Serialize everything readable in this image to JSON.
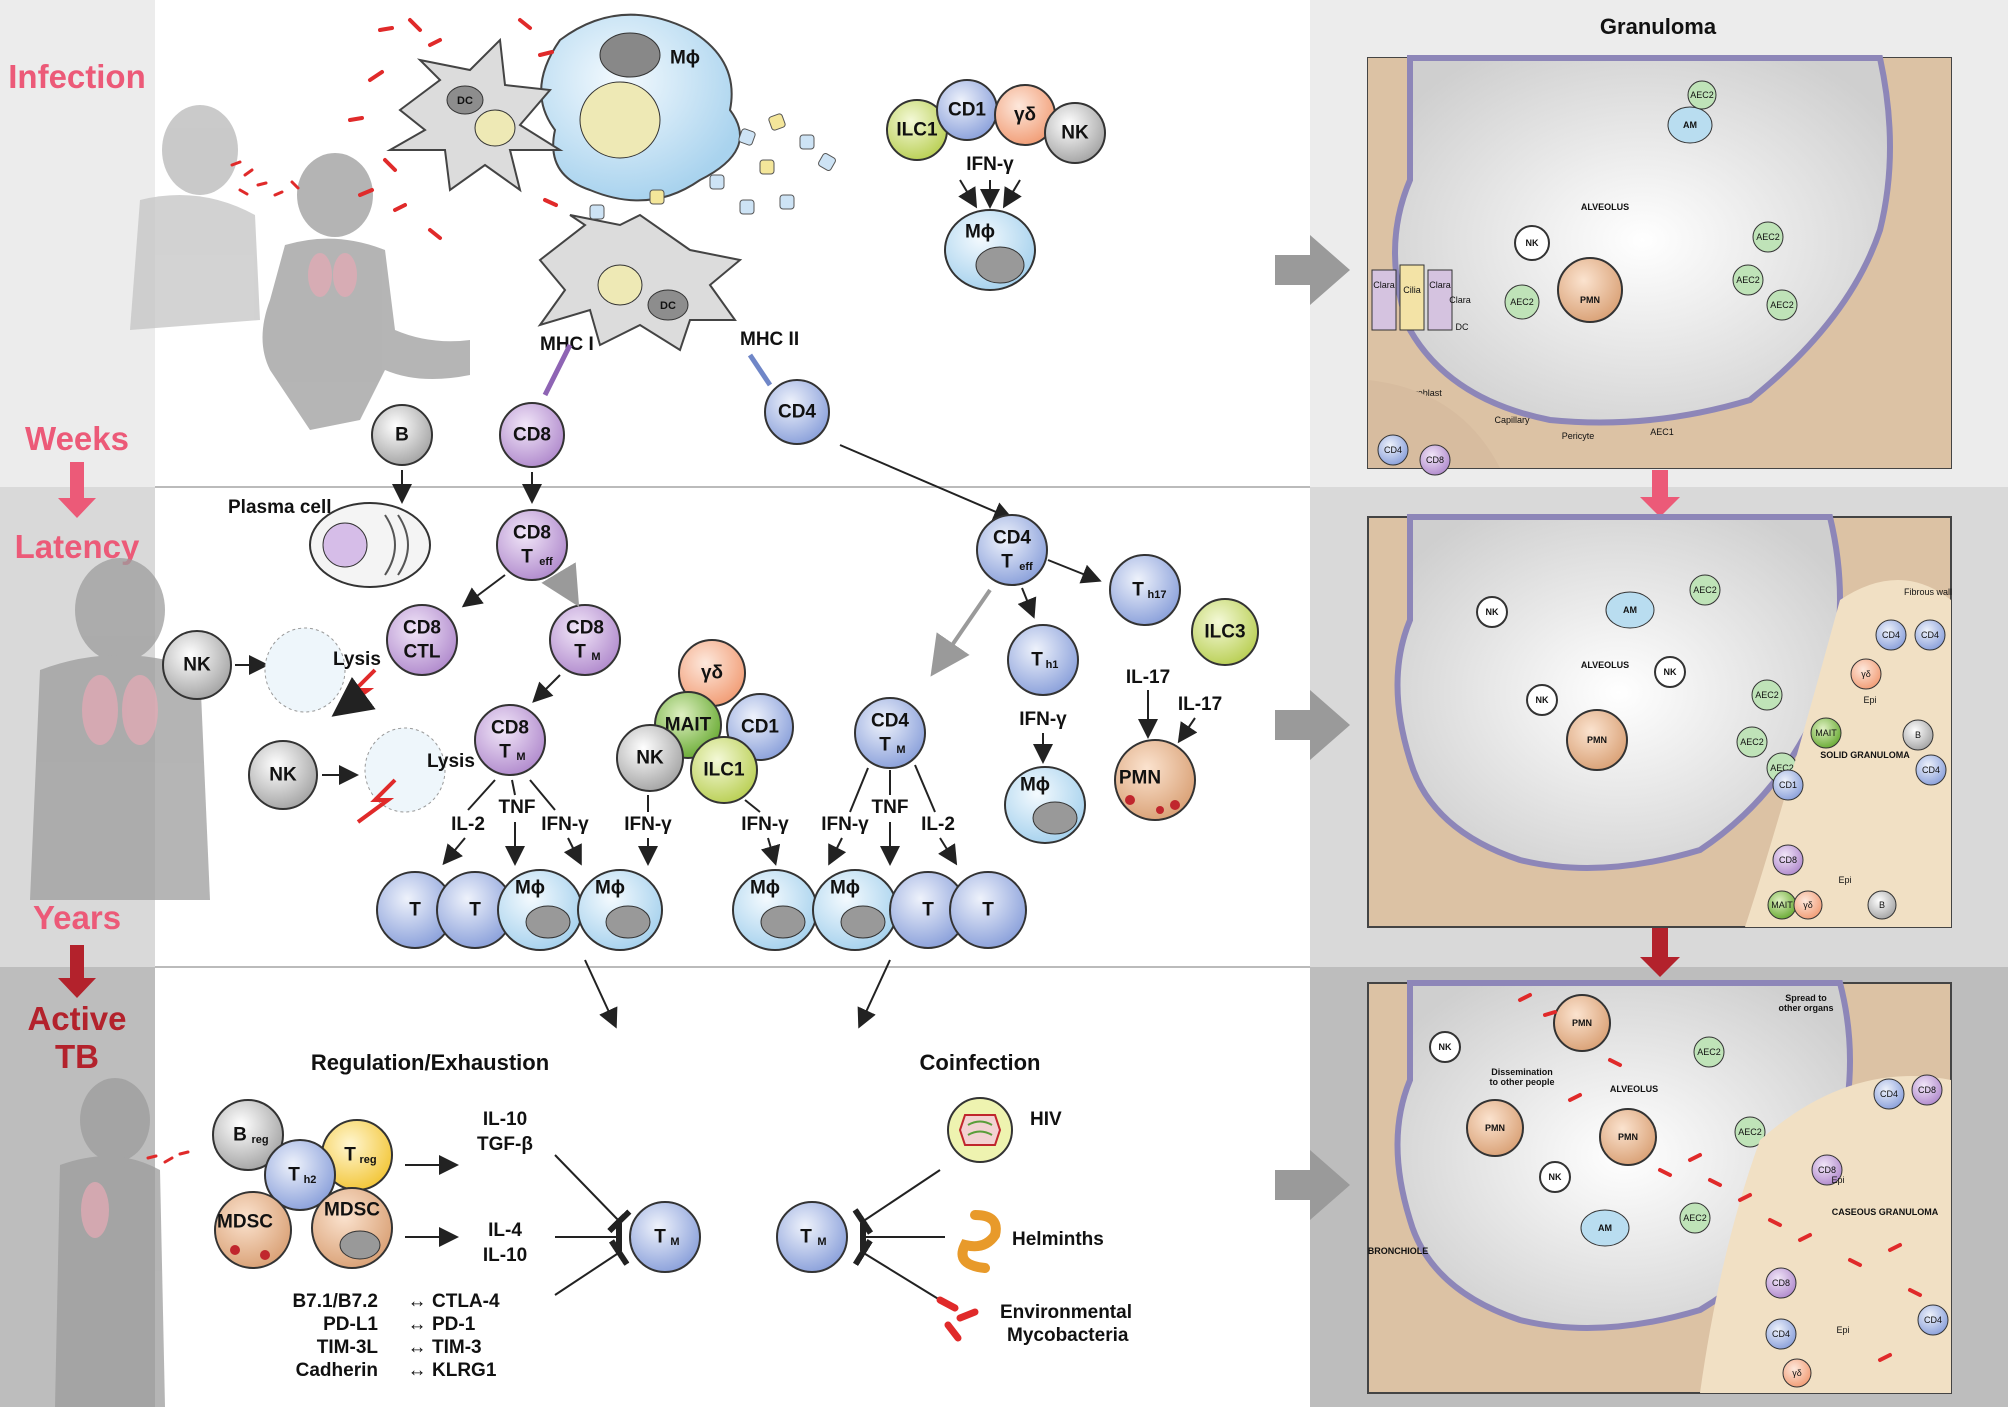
{
  "stages": {
    "infection": "Infection",
    "weeks": "Weeks",
    "latency": "Latency",
    "years": "Years",
    "active_tb_line1": "Active",
    "active_tb_line2": "TB"
  },
  "granuloma_title": "Granuloma",
  "infection": {
    "mphi": "Mϕ",
    "dc": "DC",
    "dc2": "DC",
    "mhc1": "MHC I",
    "mhc2": "MHC II",
    "b": "B",
    "cd8": "CD8",
    "cd4": "CD4",
    "ilc1": "ILC1",
    "cd1": "CD1",
    "gd": "γδ",
    "nk": "NK",
    "ifng": "IFN-γ",
    "mphi2": "Mϕ"
  },
  "latency": {
    "plasma_cell": "Plasma cell",
    "nk1": "NK",
    "nk2": "NK",
    "lysis1": "Lysis",
    "lysis2": "Lysis",
    "cd8_teff_a": "CD8",
    "cd8_teff_b": "T",
    "cd8_teff_sub": "eff",
    "cd8_ctl_a": "CD8",
    "cd8_ctl_b": "CTL",
    "cd8_tm1_a": "CD8",
    "cd8_tm1_b": "T",
    "cd8_tm1_sub": "M",
    "cd8_tm2_a": "CD8",
    "cd8_tm2_b": "T",
    "cd8_tm2_sub": "M",
    "gd": "γδ",
    "mait": "MAIT",
    "cd1": "CD1",
    "nk3": "NK",
    "ilc1": "ILC1",
    "cd4_teff_a": "CD4",
    "cd4_teff_b": "T",
    "cd4_teff_sub": "eff",
    "cd4_tm_a": "CD4",
    "cd4_tm_b": "T",
    "cd4_tm_sub": "M",
    "th17": "T",
    "th17_sub": "h17",
    "th1": "T",
    "th1_sub": "h1",
    "ilc3": "ILC3",
    "il17a": "IL-17",
    "il17b": "IL-17",
    "pmn": "PMN",
    "ifng_th1": "IFN-γ",
    "mphi_th1": "Mϕ",
    "il2_left": "IL-2",
    "tnf_left": "TNF",
    "ifng_left": "IFN-γ",
    "ifng_mid1": "IFN-γ",
    "ifng_mid2": "IFN-γ",
    "ifng_right": "IFN-γ",
    "tnf_right": "TNF",
    "il2_right": "IL-2",
    "t": "T",
    "mphi": "Mϕ"
  },
  "regulation": {
    "title": "Regulation/Exhaustion",
    "breg": "B",
    "breg_sub": "reg",
    "th2": "T",
    "th2_sub": "h2",
    "treg": "T",
    "treg_sub": "reg",
    "mdsc1": "MDSC",
    "mdsc2": "MDSC",
    "il10": "IL-10",
    "tgfb": "TGF-β",
    "il4": "IL-4",
    "il10b": "IL-10",
    "tm": "T",
    "tm_sub": "M",
    "pairs": [
      [
        "B7.1/B7.2",
        "CTLA-4"
      ],
      [
        "PD-L1",
        "PD-1"
      ],
      [
        "TIM-3L",
        "TIM-3"
      ],
      [
        "Cadherin",
        "KLRG1"
      ]
    ]
  },
  "coinfection": {
    "title": "Coinfection",
    "tm": "T",
    "tm_sub": "M",
    "hiv": "HIV",
    "helminths": "Helminths",
    "env1": "Environmental",
    "env2": "Mycobacteria"
  },
  "panel1": {
    "alveolus": "ALVEOLUS",
    "am": "AM",
    "aec2": "AEC2",
    "nk": "NK",
    "pmn": "PMN",
    "clara": "Clara",
    "cilia": "Cilia",
    "dc": "DC",
    "fibroblast": "Fibroblast",
    "capillary": "Capillary",
    "pericyte": "Pericyte",
    "aec1": "AEC1",
    "cd4": "CD4",
    "cd8": "CD8"
  },
  "panel2": {
    "alveolus": "ALVEOLUS",
    "am": "AM",
    "aec2": "AEC2",
    "nk": "NK",
    "pmn": "PMN",
    "fibrous_wall": "Fibrous wall",
    "solid_granuloma": "SOLID GRANULOMA",
    "mait": "MAIT",
    "gd": "γδ",
    "epi": "Epi",
    "b": "B",
    "cd1": "CD1",
    "cd4": "CD4",
    "cd8": "CD8"
  },
  "panel3": {
    "alveolus": "ALVEOLUS",
    "am": "AM",
    "aec2": "AEC2",
    "nk": "NK",
    "pmn": "PMN",
    "spread1": "Spread to",
    "spread2": "other organs",
    "dissem1": "Dissemination",
    "dissem2": "to other people",
    "caseous": "CASEOUS GRANULOMA",
    "bronchiole": "BRONCHIOLE",
    "cd4": "CD4",
    "cd8": "CD8",
    "gd": "γδ",
    "epi": "Epi"
  },
  "colors": {
    "pink": "#e8516f",
    "darkred": "#b3222c",
    "arrow_grey": "#9a9a9a",
    "cd8_purple": "#b48fcf",
    "cd4_blue": "#9aaee0",
    "mphi_blue": "#cfe6f5"
  }
}
